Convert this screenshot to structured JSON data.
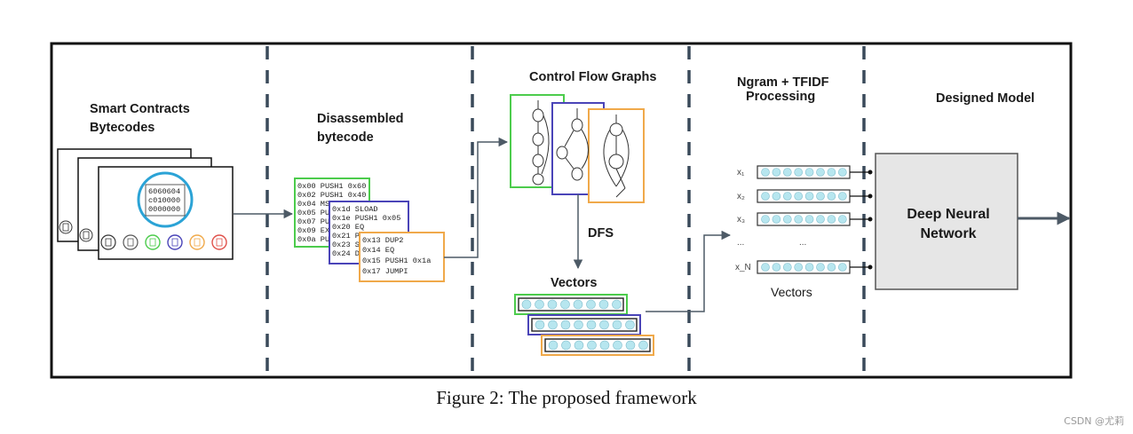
{
  "sections": {
    "smart_contracts": [
      "Smart Contracts",
      "Bytecodes"
    ],
    "disassembled": [
      "Disassembled",
      "bytecode"
    ],
    "cfg": "Control Flow Graphs",
    "ngram": [
      "Ngram + TFIDF",
      "Processing"
    ],
    "model": "Designed Model"
  },
  "labels": {
    "dfs": "DFS",
    "vectors_middle": "Vectors",
    "vectors_right": "Vectors",
    "dnn": [
      "Deep Neural",
      "Network"
    ]
  },
  "bytecode_hex": [
    "6060604",
    "c010000",
    "0000000"
  ],
  "disasm_green": [
    "0x00 PUSH1  0x60",
    "0x02 PUSH1  0x40",
    "0x04 MST",
    "0x05 PUS",
    "0x07 PUS",
    "0x09 EXP",
    "0x0a PUS"
  ],
  "disasm_blue": [
    "0x1d SLOAD",
    "0x1e PUSH1  0x05",
    "0x20 EQ",
    "0x21 P",
    "0x23 S",
    "0x24 D"
  ],
  "disasm_orange": [
    "0x13 DUP2",
    "0x14 EQ",
    "0x15 PUSH1   0x1a",
    "0x17 JUMPI"
  ],
  "x_labels": [
    "x₁",
    "x₂",
    "x₃",
    "...",
    "x_N"
  ],
  "ellipsis_dots": "...",
  "caption": "Figure 2: The proposed framework",
  "watermark": "CSDN @尤莉",
  "colors": {
    "green": "#4ccc4c",
    "blue": "#4a44b8",
    "orange": "#f0a94a",
    "circle": "#b7e6ef",
    "hex_ring": "#2ba3d6",
    "dashed": "#3a4a5a",
    "arrow": "#4d5a66",
    "dnn_fill": "#e6e6e6"
  },
  "icon_names": [
    "document-icon",
    "document-download-icon",
    "document-icon",
    "document-arrow-icon",
    "document-blue-icon",
    "document-orange-icon",
    "document-red-icon"
  ]
}
